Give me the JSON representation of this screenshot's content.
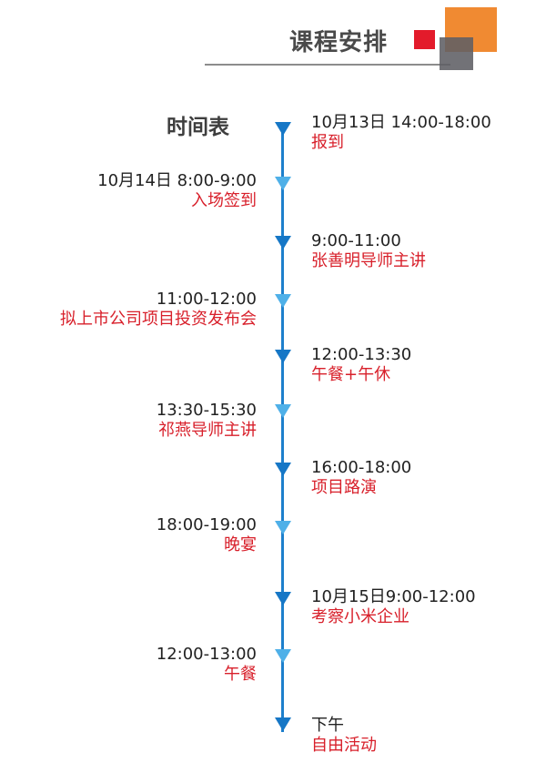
{
  "header": {
    "title": "课程安排",
    "colors": {
      "orange": "#f08a32",
      "red": "#e31b2b",
      "gray": "#5f5f64",
      "line": "#8c8c8c"
    }
  },
  "section_title": "时间表",
  "timeline": {
    "line_color": "#1d7fcc",
    "arrow_dark": "#1677c6",
    "arrow_light": "#4fb0e8",
    "time_color": "#222222",
    "desc_color": "#d8202b",
    "events": [
      {
        "side": "right",
        "time": "10月13日 14:00-18:00",
        "desc": "报到"
      },
      {
        "side": "left",
        "time": "10月14日 8:00-9:00",
        "desc": "入场签到"
      },
      {
        "side": "right",
        "time": "9:00-11:00",
        "desc": "张善明导师主讲"
      },
      {
        "side": "left",
        "time": "11:00-12:00",
        "desc": "拟上市公司项目投资发布会"
      },
      {
        "side": "right",
        "time": "12:00-13:30",
        "desc": "午餐+午休"
      },
      {
        "side": "left",
        "time": "13:30-15:30",
        "desc": "祁燕导师主讲"
      },
      {
        "side": "right",
        "time": "16:00-18:00",
        "desc": "项目路演"
      },
      {
        "side": "left",
        "time": "18:00-19:00",
        "desc": "晚宴"
      },
      {
        "side": "right",
        "time": "10月15日9:00-12:00",
        "desc": "考察小米企业"
      },
      {
        "side": "left",
        "time": "12:00-13:00",
        "desc": "午餐"
      },
      {
        "side": "right",
        "time": "下午",
        "desc": "自由活动"
      }
    ]
  }
}
